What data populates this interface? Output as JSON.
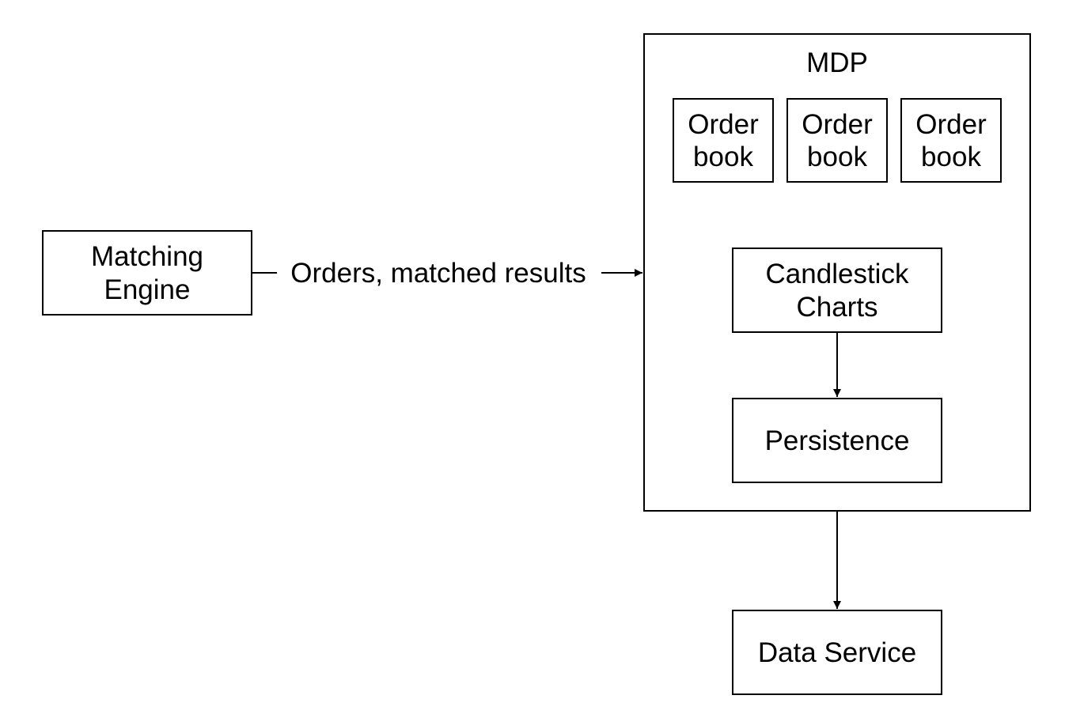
{
  "matching_engine": {
    "line1": "Matching",
    "line2": "Engine"
  },
  "edge_label": "Orders, matched results",
  "mdp": {
    "title": "MDP",
    "order_books": [
      {
        "line1": "Order",
        "line2": "book"
      },
      {
        "line1": "Order",
        "line2": "book"
      },
      {
        "line1": "Order",
        "line2": "book"
      }
    ],
    "candlestick": {
      "line1": "Candlestick",
      "line2": "Charts"
    },
    "persistence": "Persistence"
  },
  "data_service": "Data Service"
}
